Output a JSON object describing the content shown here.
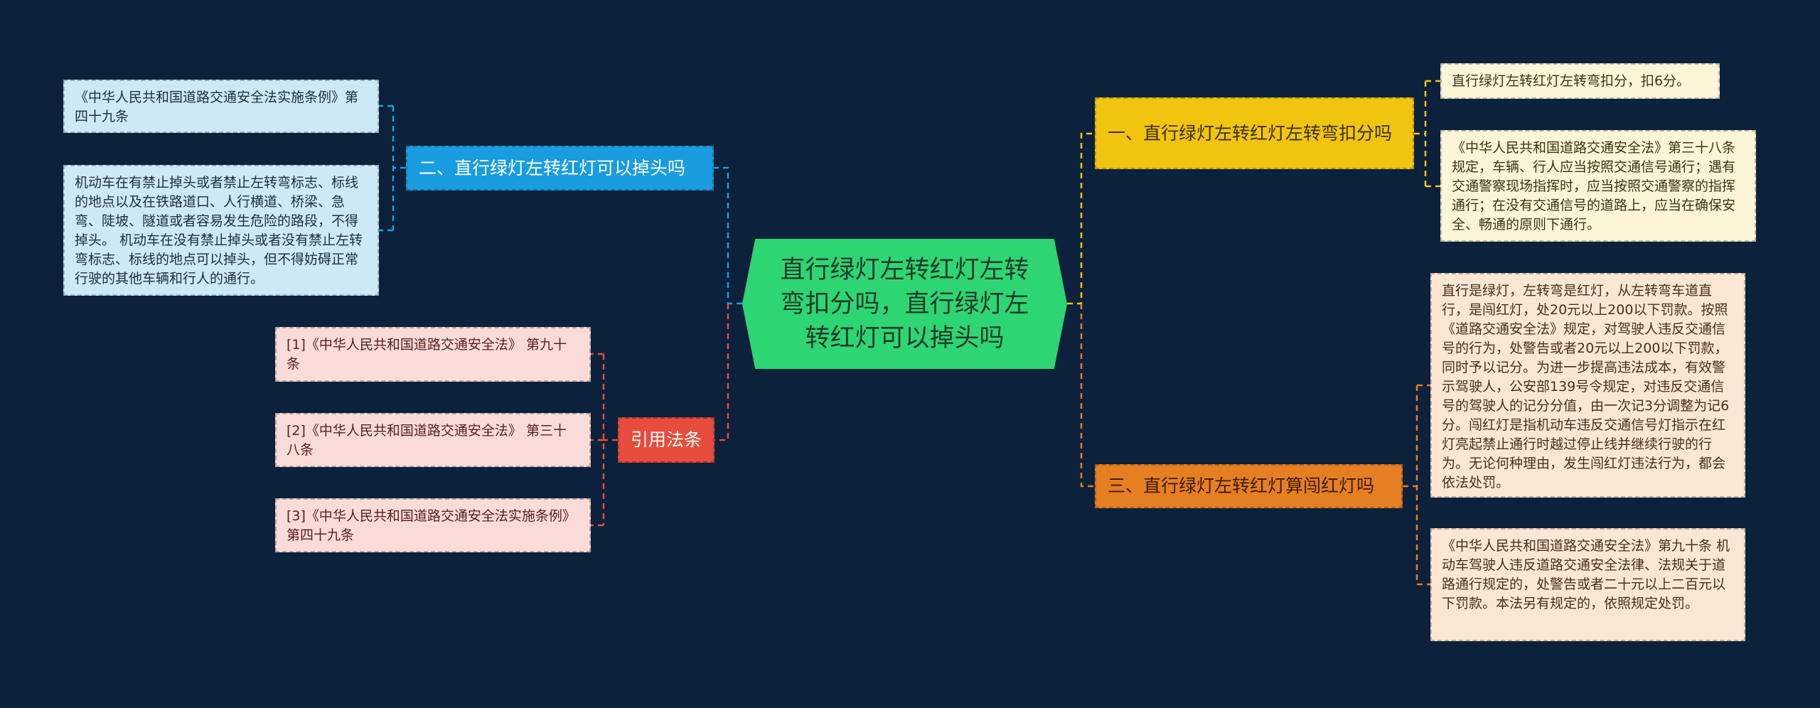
{
  "center": "直行绿灯左转红灯左转弯扣分吗，直行绿灯左转红灯可以掉头吗",
  "branches": {
    "b1": {
      "title": "一、直行绿灯左转红灯左转弯扣分吗",
      "color": "#f1c40f",
      "leaves": [
        "直行绿灯左转红灯左转弯扣分，扣6分。",
        "《中华人民共和国道路交通安全法》第三十八条规定，车辆、行人应当按照交通信号通行；遇有交通警察现场指挥时，应当按照交通警察的指挥通行；在没有交通信号的道路上，应当在确保安全、畅通的原则下通行。"
      ]
    },
    "b2": {
      "title": "二、直行绿灯左转红灯可以掉头吗",
      "color": "#1a9de0",
      "leaves": [
        "《中华人民共和国道路交通安全法实施条例》第四十九条",
        " 机动车在有禁止掉头或者禁止左转弯标志、标线的地点以及在铁路道口、人行横道、桥梁、急弯、陡坡、隧道或者容易发生危险的路段，不得掉头。 机动车在没有禁止掉头或者没有禁止左转弯标志、标线的地点可以掉头，但不得妨碍正常行驶的其他车辆和行人的通行。"
      ]
    },
    "b3": {
      "title": "三、直行绿灯左转红灯算闯红灯吗",
      "color": "#e67e22",
      "leaves": [
        "直行是绿灯，左转弯是红灯，从左转弯车道直行，是闯红灯，处20元以上200以下罚款。按照《道路交通安全法》规定，对驾驶人违反交通信号的行为，处警告或者20元以上200以下罚款，同时予以记分。为进一步提高违法成本，有效警示驾驶人，公安部139号令规定，对违反交通信号的驾驶人的记分分值，由一次记3分调整为记6分。闯红灯是指机动车违反交通信号灯指示在红灯亮起禁止通行时越过停止线并继续行驶的行为。无论何种理由，发生闯红灯违法行为，都会依法处罚。",
        " 《中华人民共和国道路交通安全法》第九十条 机动车驾驶人违反道路交通安全法律、法规关于道路通行规定的，处警告或者二十元以上二百元以下罚款。本法另有规定的，依照规定处罚。"
      ]
    },
    "b4": {
      "title": "引用法条",
      "color": "#e74c3c",
      "leaves": [
        "[1]《中华人民共和国道路交通安全法》 第九十条",
        "[2]《中华人民共和国道路交通安全法》 第三十八条",
        "[3]《中华人民共和国道路交通安全法实施条例》 第四十九条"
      ]
    }
  }
}
